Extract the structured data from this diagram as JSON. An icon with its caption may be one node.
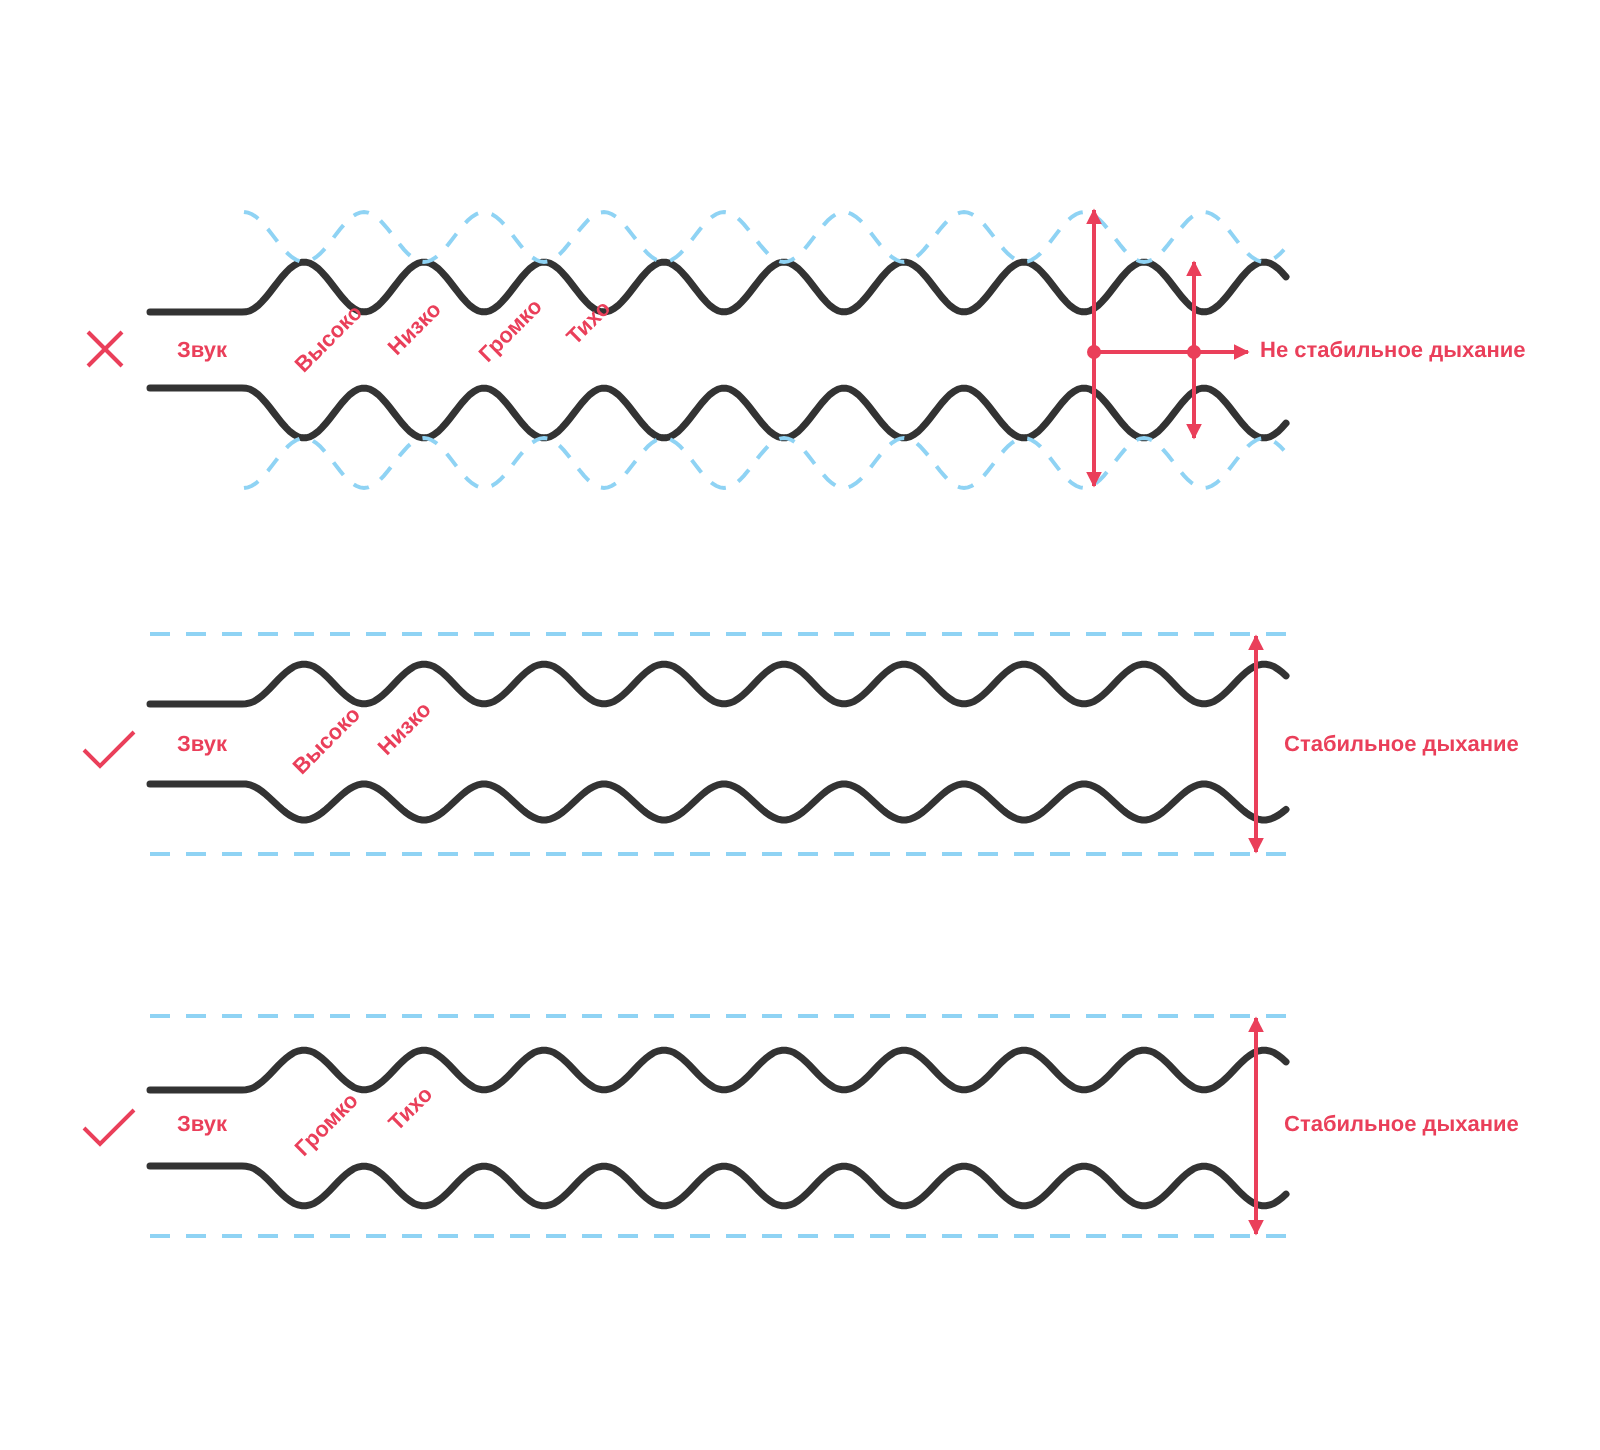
{
  "diagram": {
    "labels": [
      "Звук",
      "Высоко",
      "Низко",
      "Громко",
      "Тихо",
      "Не стабильное дыхание",
      "Звук",
      "Высоко",
      "Низко",
      "Стабильное дыхание",
      "Звук",
      "Громко",
      "Тихо",
      "Стабильное дыхание"
    ]
  }
}
